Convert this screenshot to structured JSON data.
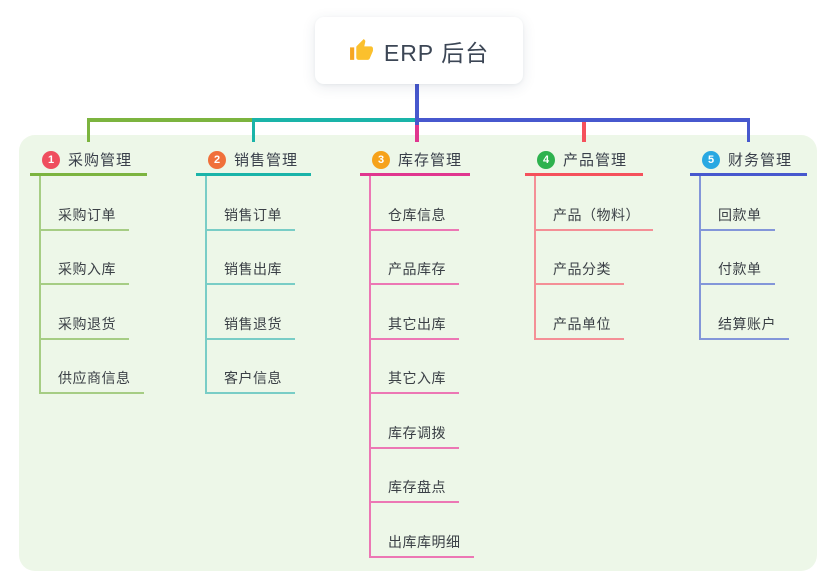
{
  "root": {
    "label": "ERP 后台",
    "icon": "thumbs-up-icon"
  },
  "colors": {
    "canvas_bg": "#ffffff",
    "panel_bg": "#edf7e8",
    "root_text": "#3c4655",
    "branch_text": "#393f4a",
    "item_text": "#3b4046",
    "trunk_blue": "#4758ce",
    "thumb_yellow": "#fbc02d",
    "thumb_cuff": "#f6a623"
  },
  "branches": [
    {
      "index": "1",
      "label": "采购管理",
      "badge_color": "#ef4e5e",
      "line_color": "#7cb43f",
      "sub_line_color": "#a6cd84",
      "items": [
        "采购订单",
        "采购入库",
        "采购退货",
        "供应商信息"
      ]
    },
    {
      "index": "2",
      "label": "销售管理",
      "badge_color": "#f0703a",
      "line_color": "#1ab4a9",
      "sub_line_color": "#79cdc6",
      "items": [
        "销售订单",
        "销售出库",
        "销售退货",
        "客户信息"
      ]
    },
    {
      "index": "3",
      "label": "库存管理",
      "badge_color": "#f6a21a",
      "line_color": "#e0368f",
      "sub_line_color": "#ec77b4",
      "items": [
        "仓库信息",
        "产品库存",
        "其它出库",
        "其它入库",
        "库存调拨",
        "库存盘点",
        "出库库明细"
      ]
    },
    {
      "index": "4",
      "label": "产品管理",
      "badge_color": "#2eb24e",
      "line_color": "#f5515c",
      "sub_line_color": "#f48f96",
      "items": [
        "产品（物料）",
        "产品分类",
        "产品单位"
      ]
    },
    {
      "index": "5",
      "label": "财务管理",
      "badge_color": "#29a8e2",
      "line_color": "#4758ce",
      "sub_line_color": "#8396d9",
      "items": [
        "回款单",
        "付款单",
        "结算账户"
      ]
    }
  ]
}
